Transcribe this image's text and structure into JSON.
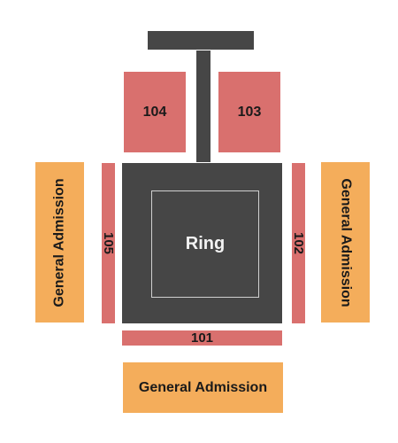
{
  "colors": {
    "floor_dark": "#464646",
    "reserved_section": "#d9706e",
    "general_admission": "#f4ad5b",
    "ring_outline": "#d0d0d0",
    "label_dark": "#1a1a1a",
    "label_light": "#f2f2f2"
  },
  "sections": {
    "s104": "104",
    "s103": "103",
    "s105": "105",
    "s102": "102",
    "s101": "101"
  },
  "general_admission": {
    "left": "General Admission",
    "right": "General Admission",
    "bottom": "General Admission"
  },
  "ring": {
    "label": "Ring"
  }
}
